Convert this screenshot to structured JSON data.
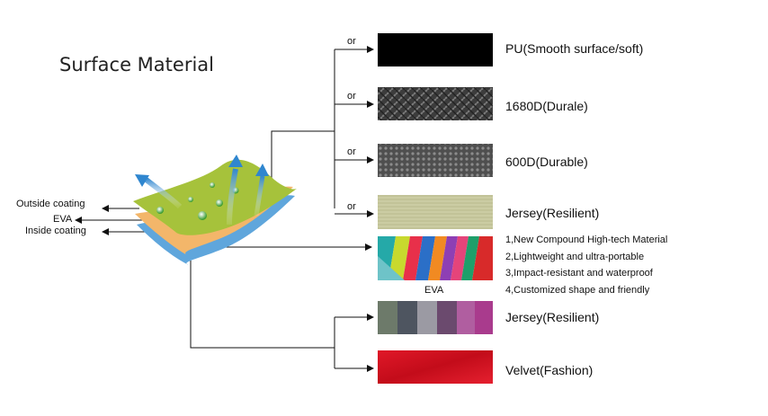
{
  "title": "Surface Material",
  "layers": {
    "outside": "Outside coating",
    "eva": "EVA",
    "inside": "Inside coating"
  },
  "or_label": "or",
  "materials": [
    {
      "label": "PU(Smooth surface/soft)"
    },
    {
      "label": "1680D(Durale)"
    },
    {
      "label": "600D(Durable)"
    },
    {
      "label": "Jersey(Resilient)"
    },
    {
      "label": "EVA"
    },
    {
      "label": "Jersey(Resilient)"
    },
    {
      "label": "Velvet(Fashion)"
    }
  ],
  "eva_features": [
    "1,New Compound High-tech Material",
    "2,Lightweight and ultra-portable",
    "3,Impact-resistant and waterproof",
    "4,Customized shape and friendly"
  ],
  "colors": {
    "pu": "#000000",
    "nylon1680": "#4a4a4a",
    "nylon600": "#6a6a6a",
    "jersey_top": "#c9caa0",
    "eva_green": "#a6c23b",
    "eva_orange": "#f3b66a",
    "eva_blue": "#5fa6dc",
    "velvet": "#d4101f"
  }
}
